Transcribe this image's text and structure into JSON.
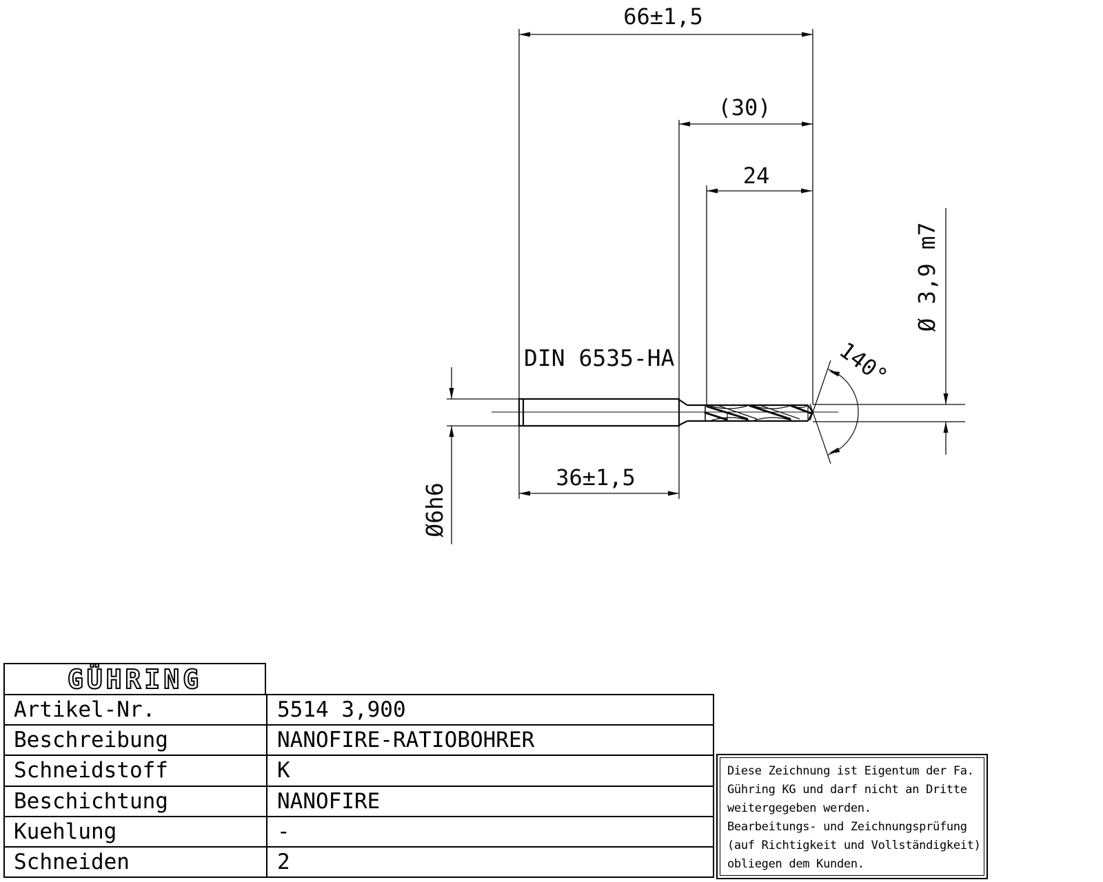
{
  "drawing": {
    "dim_overall_length": "66±1,5",
    "dim_step_length": "(30)",
    "dim_flute_length": "24",
    "dim_shank_length": "36±1,5",
    "shank_diameter": "Ø6h6",
    "drill_diameter": "Ø 3,9 m7",
    "point_angle": "140°",
    "shank_norm": "DIN 6535-HA"
  },
  "table": {
    "logo": "GÜHRING",
    "rows": [
      {
        "label": "Artikel-Nr.",
        "value": "5514 3,900"
      },
      {
        "label": "Beschreibung",
        "value": "NANOFIRE-RATIOBOHRER"
      },
      {
        "label": "Schneidstoff",
        "value": "K"
      },
      {
        "label": "Beschichtung",
        "value": "NANOFIRE"
      },
      {
        "label": "Kuehlung",
        "value": "-"
      },
      {
        "label": "Schneiden",
        "value": "2"
      }
    ]
  },
  "notice": {
    "lines": [
      "Diese Zeichnung ist Eigentum der Fa.",
      "Gühring KG und darf nicht an Dritte",
      "weitergegeben werden.",
      "Bearbeitungs- und Zeichnungsprüfung",
      "(auf Richtigkeit und Vollständigkeit)",
      "obliegen dem Kunden."
    ]
  }
}
